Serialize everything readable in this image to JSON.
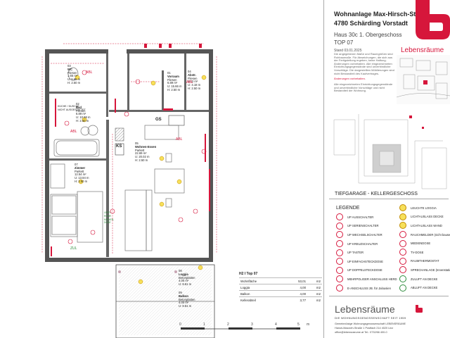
{
  "title_block": {
    "project_line1": "Wohnanlage Max-Hirsch-Straße",
    "project_line2": "4780 Schärding Vorstadt",
    "house_floor": "Haus 30c  1. Obergeschoss",
    "unit": "TOP 07",
    "date": "Stand 03.01.2025",
    "notes": "Die angegebenen Maße und Raumgrößen sind Rohbaumaße. Für Abweichungen, die sich aus der Fertigstellung ergeben, keine Haftung. Änderungen vorbehalten. Alle eingezeichneten Einrichtungsgegenstände sind unverbindliche Vorschläge. Die dargestellten Möblierungen sind nicht Bestandteil des Kaufvertrages.",
    "notes2": "Alle eingezeichneten Einrichtungsgegenstände und unverbindliche Vorschläge und nicht Bestandteil der Wohnung.",
    "notes_link": "Änderungen vorbehalten."
  },
  "logo_top": {
    "word": "Lebensräume",
    "color": "#d6163b"
  },
  "siteplan_label": "TIEFGARAGE - KELLERGESCHOSS",
  "legend": {
    "heading": "LEGENDE",
    "left": [
      "UP AUSSCHALTER",
      "UP SERIENSCHALTER",
      "UP WECHSELSCHALTER",
      "UP KREUZSCHALTER",
      "UP TASTER",
      "UP EINFACHSTECKDOSE",
      "UP DOPPELSTECKDOSE",
      "MEHRPOLIGER ANSCHLUSS HERD",
      "E-ANSCHLUSS zB. für Jalousien"
    ],
    "right": [
      "LEUCHTE LOGGIA",
      "LICHTAUSLASS DECKE",
      "LICHTAUSLASS WAND",
      "RAUCHMELDER (nicht bauseits)",
      "MEDIENDOSE",
      "TV-DOSE",
      "RAUMTHERMOSTAT",
      "SPRECHANLAGE (Innenstation)",
      "ZULUFT AN DECKE",
      "ABLUFT AN DECKE"
    ]
  },
  "rooms": {
    "wc": {
      "name": "WC",
      "floor": "Fliesen",
      "area": "1.65 m²",
      "u": "U: 5.65 m",
      "h": "H: 2.50 m"
    },
    "vorraum": {
      "name": "Vorraum",
      "floor": "Fliesen",
      "area": "6.89 m²",
      "u": "U: 15.66 m",
      "h": "H: 2.50 m"
    },
    "abstell": {
      "name": "Abstr.",
      "floor": "Fliesen",
      "area": "1.02 m²",
      "u": "U: 4.18 m",
      "h": "H: 2.50 m"
    },
    "bad": {
      "name": "Bad",
      "floor": "Fliesen",
      "area": "6.89 m²",
      "u": "U: 10.98 m",
      "h": "H: 2.50 m"
    },
    "wohnen": {
      "name": "Wohnen-Essen",
      "floor": "Parkett",
      "area": "22.69 m²",
      "u": "U: 20.02 m",
      "h": "H: 2.50 m"
    },
    "zimmer": {
      "name": "Zimmer",
      "floor": "Parkett",
      "area": "12.54 m²",
      "u": "U: 13.84 m",
      "h": "H: 2.50 m"
    },
    "loggia": {
      "name": "Loggia",
      "floor": "Betonplatten",
      "area": "4.00 m²",
      "u": "U: 8.61 m"
    },
    "balkon": {
      "name": "Balkon",
      "floor": "Betonplatten",
      "area": "4.00 m²",
      "u": "U: 8.61 m"
    }
  },
  "plan_tags": {
    "ks": "KS",
    "gs": "GS",
    "abl": "ABL",
    "zul": "ZUL",
    "kuchen_note": "KÜCHE / DUSCHE\nNICHT AUSGESTATTET",
    "num_wc": "03",
    "num_vorraum": "01",
    "num_abstell": "04",
    "num_bad": "02",
    "num_wohnen": "05",
    "num_zimmer": "07",
    "num_loggia": "08",
    "num_balkon": "09",
    "media_note": "LEER-\nROHR\nMEDIEN-\nDOSE"
  },
  "area_table": {
    "heading": "H2  I  Top 07",
    "rows": [
      {
        "label": "Wohnfläche",
        "value": "53,01",
        "unit": "m2"
      },
      {
        "label": "Loggia",
        "value": "4,00",
        "unit": "m2"
      },
      {
        "label": "Balkon",
        "value": "4,00",
        "unit": "m2"
      },
      {
        "label": "Kellerabteil",
        "value": "3,77",
        "unit": "m2"
      }
    ]
  },
  "scale": {
    "ticks": [
      "0",
      "1",
      "2",
      "3",
      "4",
      "5"
    ],
    "unit": "m"
  },
  "footer": {
    "brand": "Lebensräume",
    "tagline": "DIE WOHNUNGSGENOSSENSCHAFT SEIT 1959",
    "company": "Gemeinnützige Wohnungsgenossenschaft LEBENSRÄUME",
    "address": "Hanuš-Mazzoth-Straße 1    Postfach 214    4020 Linz",
    "contact": "office@lebensraeume.at    Tel.: 0732/66 400-0"
  }
}
